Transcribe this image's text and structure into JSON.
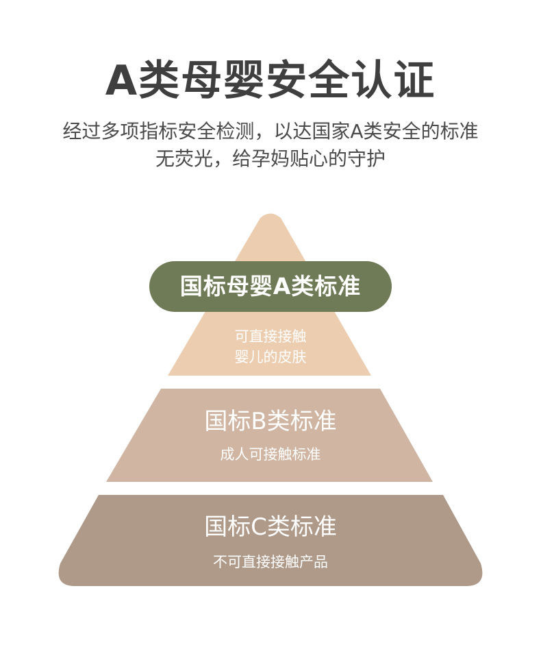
{
  "header": {
    "title": "A类母婴安全认证",
    "subtitle_line1": "经过多项指标安全检测，以达国家A类安全的标准",
    "subtitle_line2": "无荧光，给孕妈贴心的守护"
  },
  "pyramid": {
    "tier_a": {
      "label": "国标母婴A类标准",
      "desc_line1": "可直接接触",
      "desc_line2": "婴儿的皮肤",
      "color": "#eccdb0",
      "pill_color": "#6f7a56"
    },
    "tier_b": {
      "label": "国标B类标准",
      "desc": "成人可接触标准",
      "color": "#cfb5a2"
    },
    "tier_c": {
      "label": "国标C类标准",
      "desc": "不可直接接触产品",
      "color": "#af9a89"
    }
  }
}
